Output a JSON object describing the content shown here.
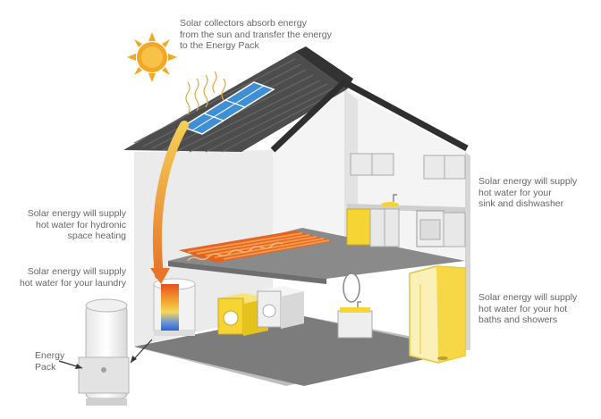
{
  "labels": {
    "collectors": [
      "Solar collectors absorb energy",
      "from the sun and transfer the energy",
      "to the Energy Pack"
    ],
    "kitchen": [
      "Solar energy will supply",
      "hot water for your",
      "sink and dishwasher"
    ],
    "heating": [
      "Solar energy will supply",
      "hot water for hydronic",
      "space heating"
    ],
    "laundry": [
      "Solar energy will supply",
      "hot water for your laundry"
    ],
    "baths": [
      "Solar energy will supply",
      "hot water for your hot",
      "baths and showers"
    ],
    "energy_pack": [
      "Energy",
      "Pack"
    ]
  },
  "icons": [
    "sun-icon",
    "solar-panel-icon",
    "energy-pack-icon",
    "hot-water-tank-icon",
    "washing-machine-icon",
    "dryer-icon",
    "kitchen-cabinets-icon",
    "sink-icon",
    "dishwasher-icon",
    "mirror-icon",
    "shower-icon",
    "heated-floor-icon"
  ],
  "colors": {
    "sun": "#f4a720",
    "roof": "#4d4d4d",
    "solar_panel": "#3e8fd6",
    "heat_flow": "#f0a830",
    "heated_floor": "#e8621f",
    "appliance_yellow": "#f5d433",
    "floor_grey": "#858585"
  }
}
